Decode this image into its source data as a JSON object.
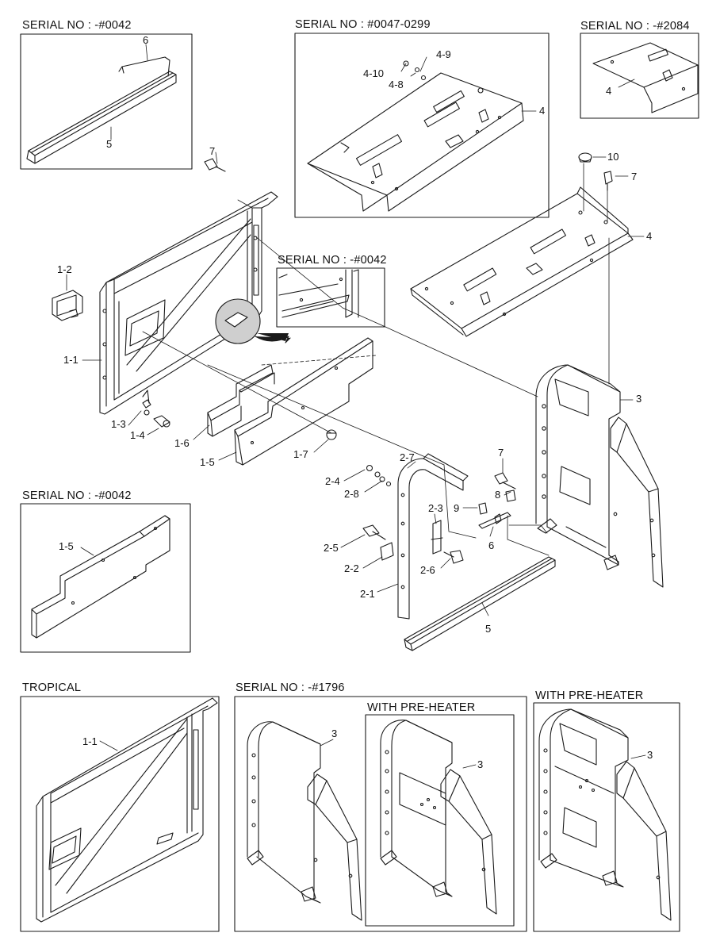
{
  "captions": {
    "serial_top_left": "SERIAL NO : -#0042",
    "serial_top_mid": "SERIAL NO : #0047-0299",
    "serial_top_right": "SERIAL NO : -#2084",
    "serial_inset_center": "SERIAL NO : -#0042",
    "serial_mid_left": "SERIAL NO : -#0042",
    "tropical": "TROPICAL",
    "serial_bottom_mid": "SERIAL NO : -#1796",
    "with_pre_heater_1": "WITH PRE-HEATER",
    "with_pre_heater_2": "WITH PRE-HEATER"
  },
  "callouts": {
    "p1_1": "1-1",
    "p1_2": "1-2",
    "p1_3": "1-3",
    "p1_4": "1-4",
    "p1_5": "1-5",
    "p1_6": "1-6",
    "p1_7": "1-7",
    "p2_1": "2-1",
    "p2_2": "2-2",
    "p2_3": "2-3",
    "p2_4": "2-4",
    "p2_5": "2-5",
    "p2_6": "2-6",
    "p2_7": "2-7",
    "p2_8": "2-8",
    "p3": "3",
    "p4": "4",
    "p4_8": "4-8",
    "p4_9": "4-9",
    "p4_10": "4-10",
    "p5": "5",
    "p6": "6",
    "p7": "7",
    "p8": "8",
    "p9": "9",
    "p10": "10"
  },
  "colors": {
    "line": "#1a1a1a",
    "hatch": "#9a9a9a"
  }
}
